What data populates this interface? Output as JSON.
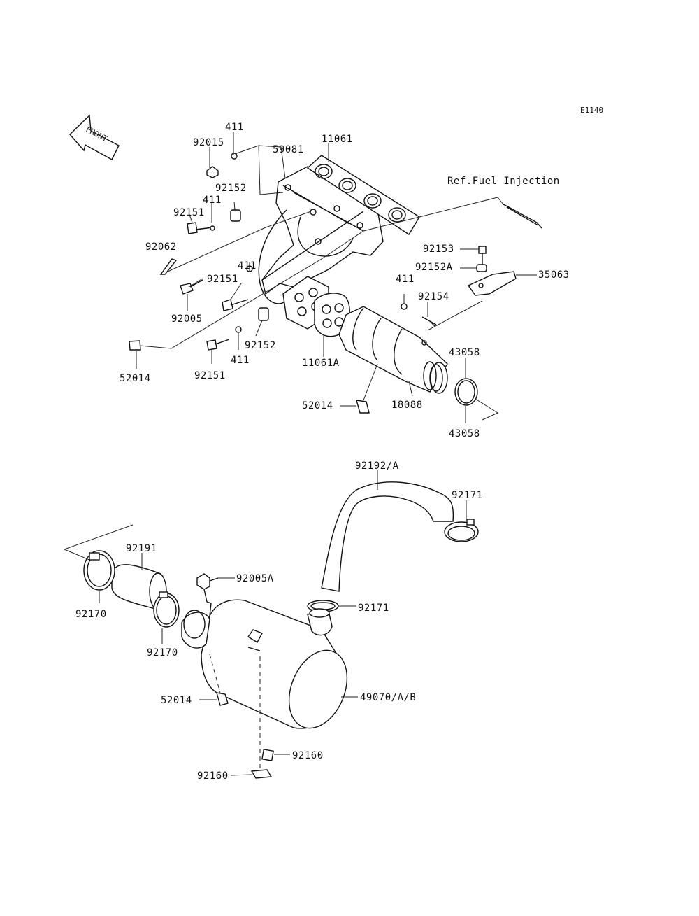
{
  "diagram_code": "E1140",
  "front_arrow_text": "FRONT",
  "reference_text": "Ref.Fuel Injection",
  "labels": [
    "411",
    "92015",
    "59081",
    "11061",
    "92152",
    "411",
    "92151",
    "92062",
    "411",
    "92151",
    "92005",
    "92153",
    "92152A",
    "35063",
    "411",
    "92154",
    "52014",
    "92152",
    "411",
    "92151",
    "11061A",
    "43058",
    "52014",
    "18088",
    "43058",
    "92192/A",
    "92171",
    "92191",
    "92005A",
    "92170",
    "92171",
    "92170",
    "52014",
    "49070/A/B",
    "92160",
    "92160"
  ]
}
